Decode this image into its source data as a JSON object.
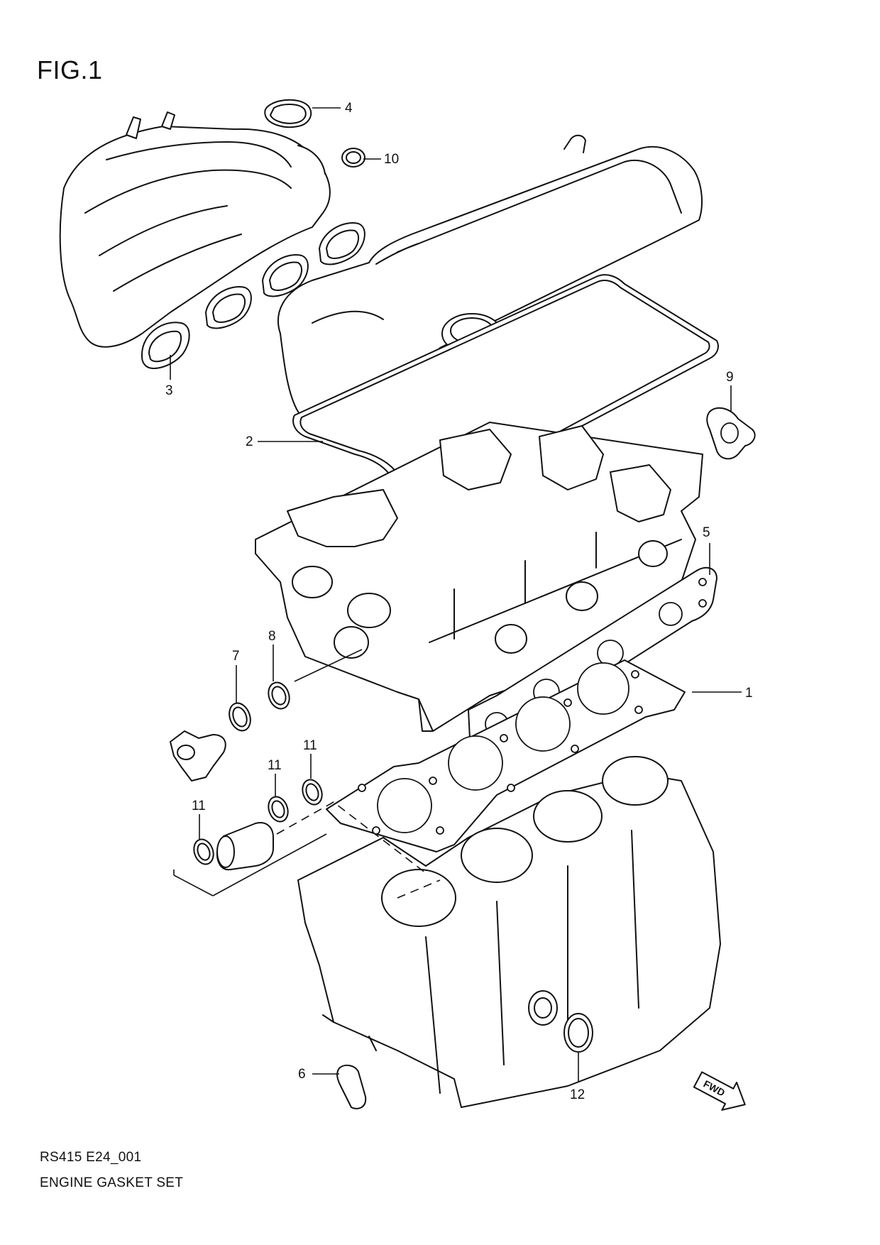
{
  "figure": {
    "title": "FIG.1"
  },
  "diagram": {
    "code": "RS415 E24_001",
    "caption": "ENGINE GASKET SET",
    "direction_marker": "FWD",
    "callouts": {
      "c1": "1",
      "c2": "2",
      "c3": "3",
      "c4": "4",
      "c5": "5",
      "c6": "6",
      "c7": "7",
      "c8": "8",
      "c9": "9",
      "c10": "10",
      "c11a": "11",
      "c11b": "11",
      "c11c": "11",
      "c12": "12"
    }
  }
}
